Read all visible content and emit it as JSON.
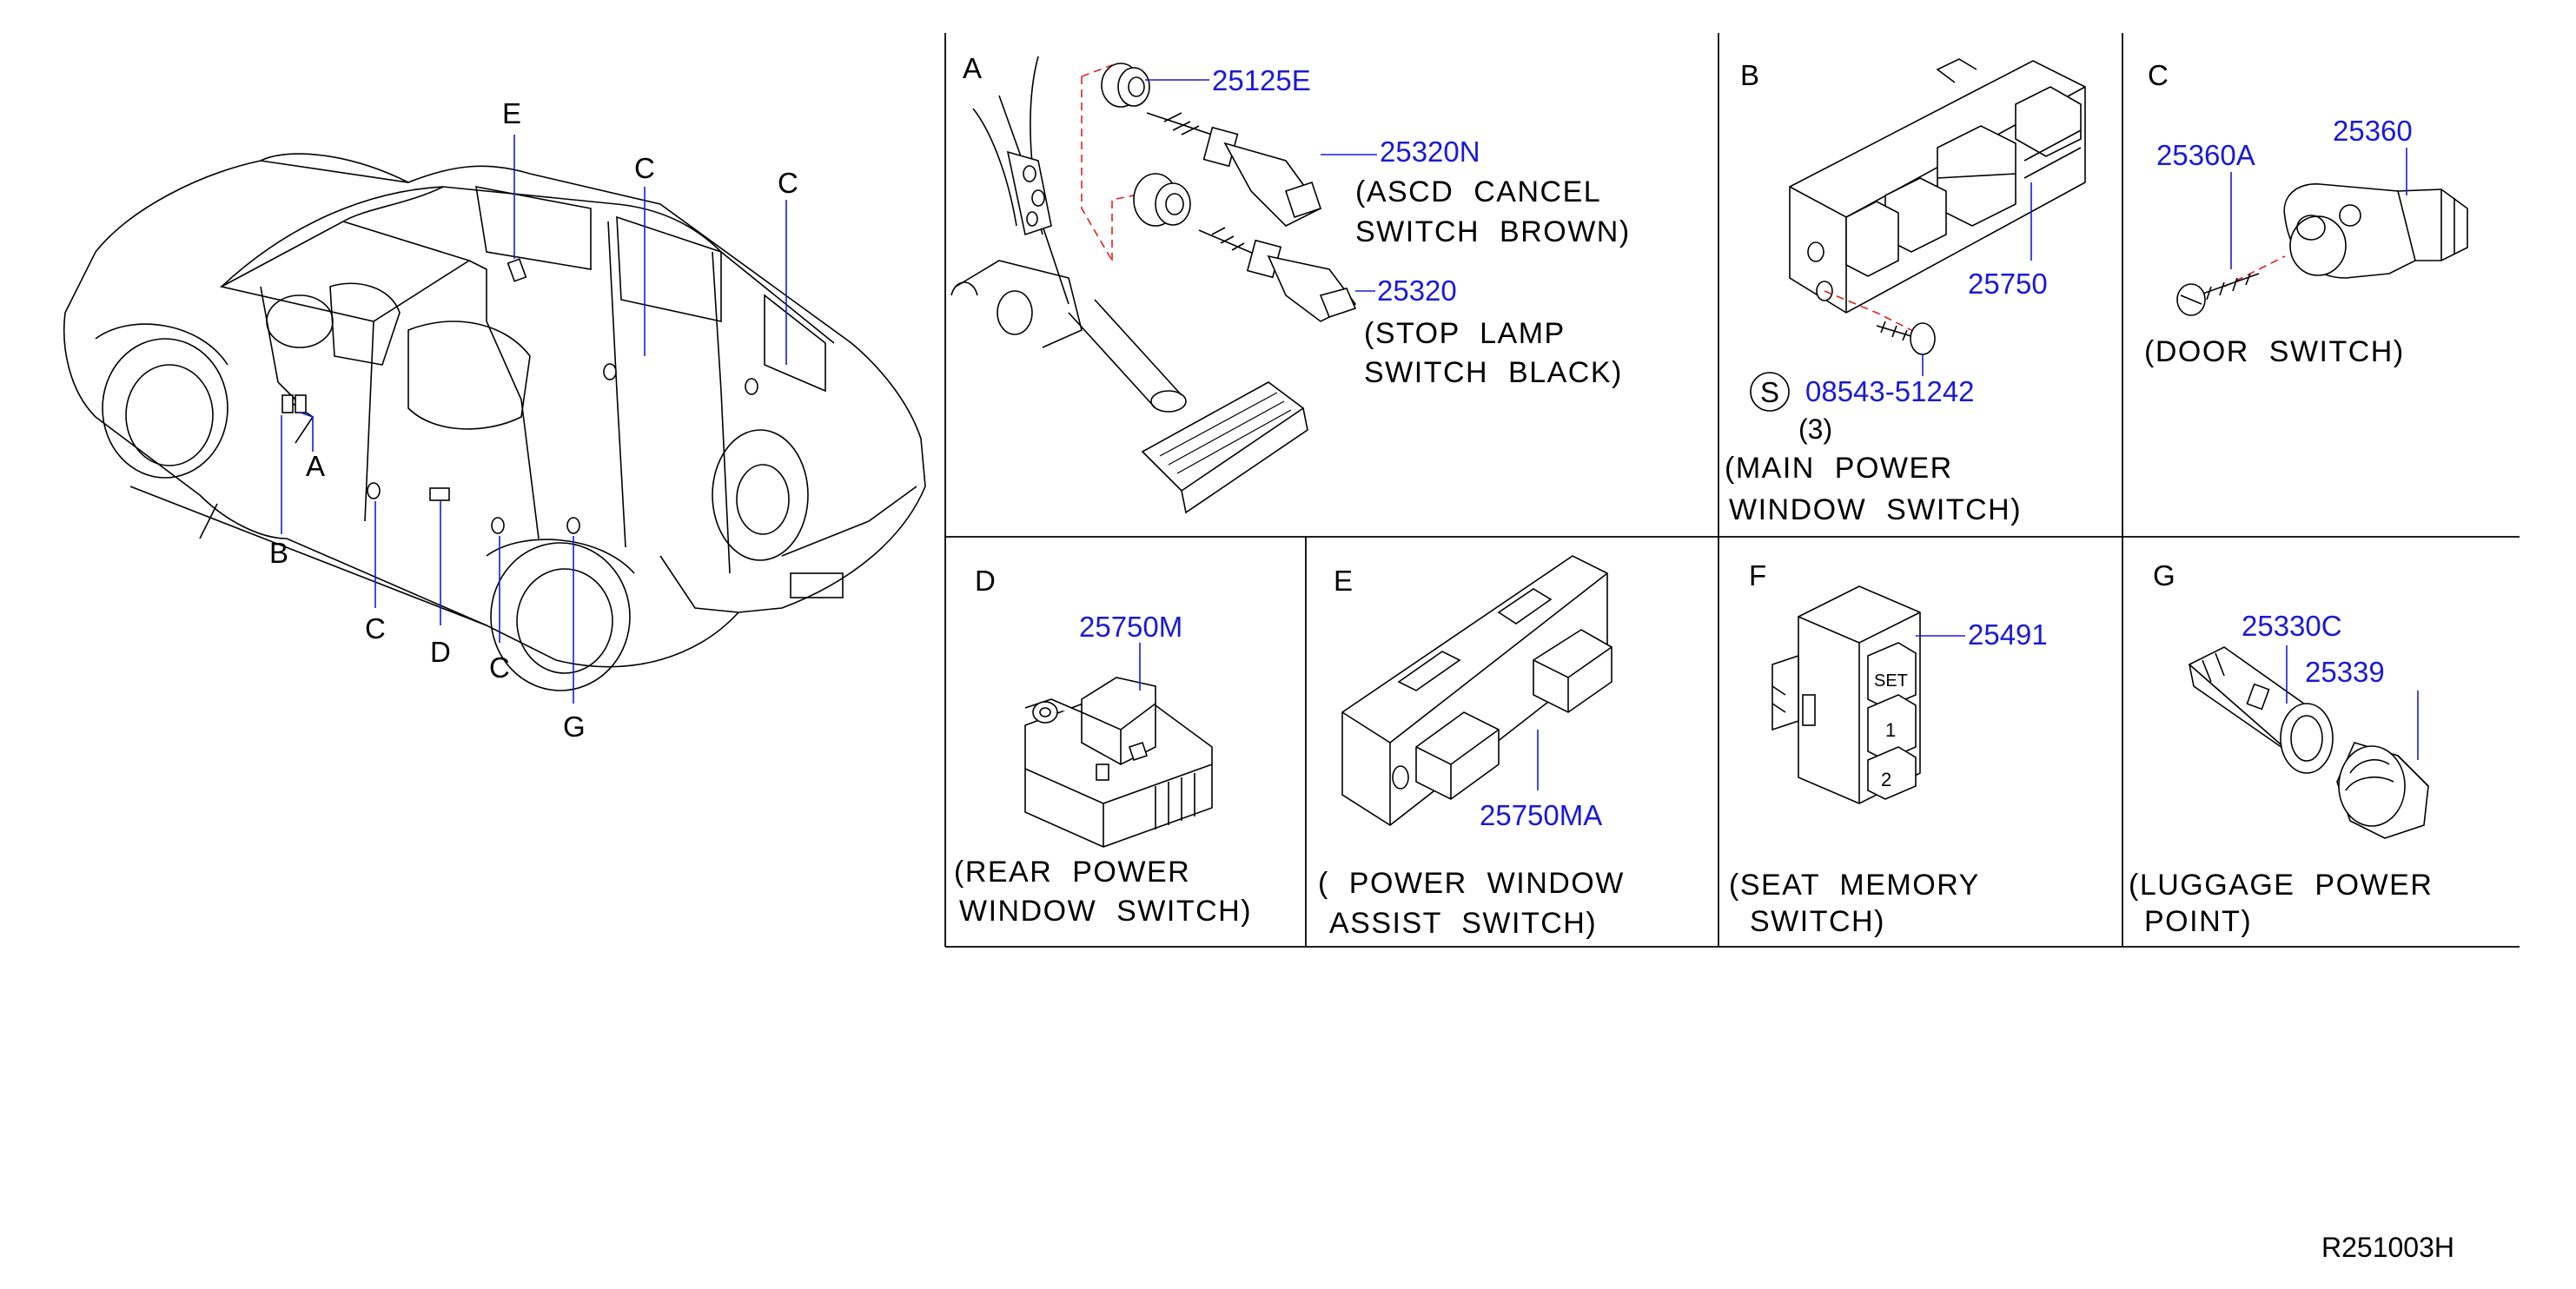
{
  "figure_ref": "R251003H",
  "vehicle": {
    "labels": [
      {
        "id": "E",
        "text": "E"
      },
      {
        "id": "C1",
        "text": "C"
      },
      {
        "id": "C2",
        "text": "C"
      },
      {
        "id": "A",
        "text": "A"
      },
      {
        "id": "B",
        "text": "B"
      },
      {
        "id": "C3",
        "text": "C"
      },
      {
        "id": "D",
        "text": "D"
      },
      {
        "id": "C4",
        "text": "C"
      },
      {
        "id": "G",
        "text": "G"
      }
    ]
  },
  "panels": {
    "A": {
      "letter": "A",
      "parts": [
        "25125E",
        "25320N",
        "25320"
      ],
      "caption_ascd": [
        "(ASCD  CANCEL",
        "SWITCH  BROWN)"
      ],
      "caption_stop": [
        "(STOP  LAMP",
        "SWITCH  BLACK)"
      ]
    },
    "B": {
      "letter": "B",
      "parts": [
        "25750",
        "08543-51242"
      ],
      "qty": "(3)",
      "symbol": "S",
      "caption": [
        "(MAIN  POWER",
        "WINDOW  SWITCH)"
      ]
    },
    "C": {
      "letter": "C",
      "parts": [
        "25360A",
        "25360"
      ],
      "caption": [
        "(DOOR  SWITCH)"
      ]
    },
    "D": {
      "letter": "D",
      "parts": [
        "25750M"
      ],
      "caption": [
        "(REAR  POWER",
        "WINDOW  SWITCH)"
      ]
    },
    "E": {
      "letter": "E",
      "parts": [
        "25750MA"
      ],
      "caption": [
        "(  POWER  WINDOW",
        "ASSIST  SWITCH)"
      ]
    },
    "F": {
      "letter": "F",
      "parts": [
        "25491"
      ],
      "button_marks": [
        "SET",
        "1",
        "2"
      ],
      "caption": [
        "(SEAT  MEMORY",
        "SWITCH)"
      ]
    },
    "G": {
      "letter": "G",
      "parts": [
        "25330C",
        "25339"
      ],
      "caption": [
        "(LUGGAGE  POWER",
        "POINT)"
      ]
    }
  }
}
